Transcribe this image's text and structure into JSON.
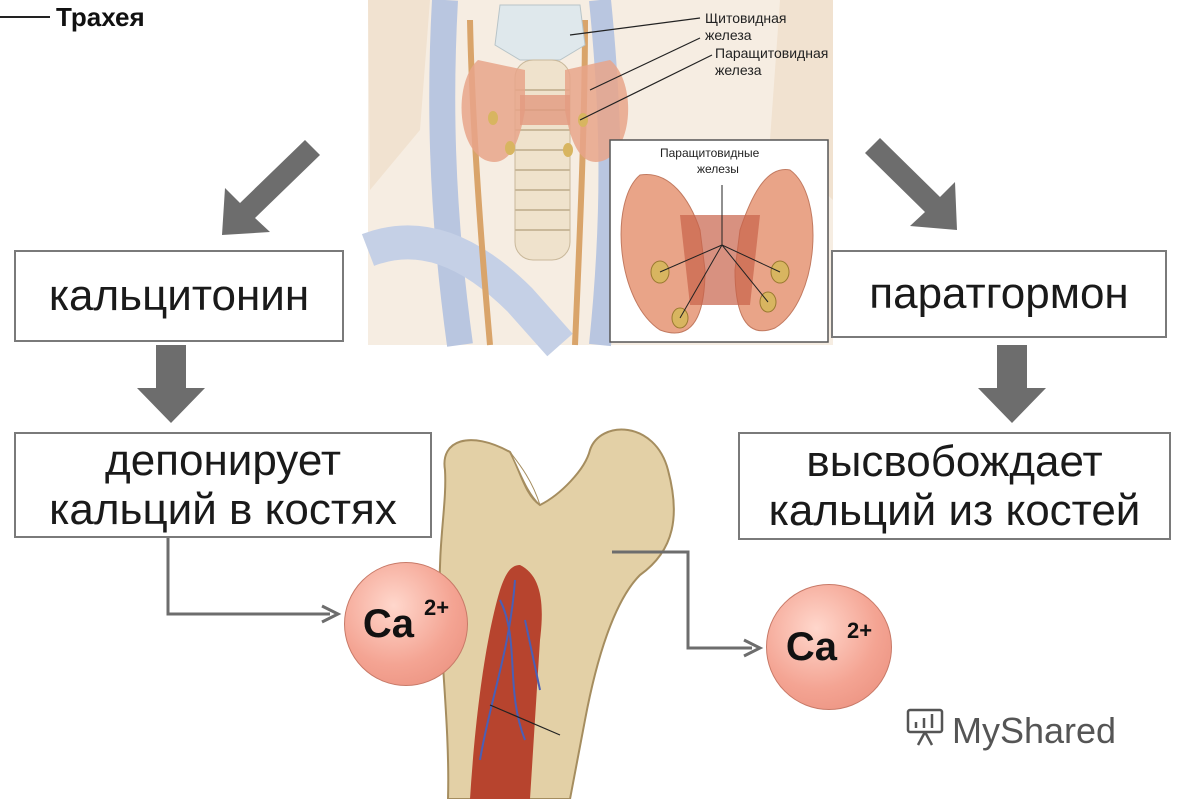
{
  "top_left_label": "Трахея",
  "thyroid_labels": {
    "thyroid_line1": "Щитовидная",
    "thyroid_line2": "железа",
    "parathyroid_line1": "Паращитовидная",
    "parathyroid_line2": "железа"
  },
  "inset_label": {
    "line1": "Паращитовидные",
    "line2": "железы"
  },
  "boxes": {
    "left_hormone": "кальцитонин",
    "right_hormone": "паратгормон",
    "left_effect_line1": "депонирует",
    "left_effect_line2": "кальций в костях",
    "right_effect_line1": "высвобождает",
    "right_effect_line2": "кальций из костей"
  },
  "ion": {
    "symbol": "Ca",
    "charge": "2+"
  },
  "watermark": "MyShared",
  "colors": {
    "arrow_gray": "#6d6d6d",
    "box_border": "#7a7a7a",
    "ion_fill": "#f4a493",
    "bone": "#e3d0a6",
    "marrow": "#b7442e",
    "gland": "#e8a48a",
    "vessel": "#b9c6e0"
  }
}
